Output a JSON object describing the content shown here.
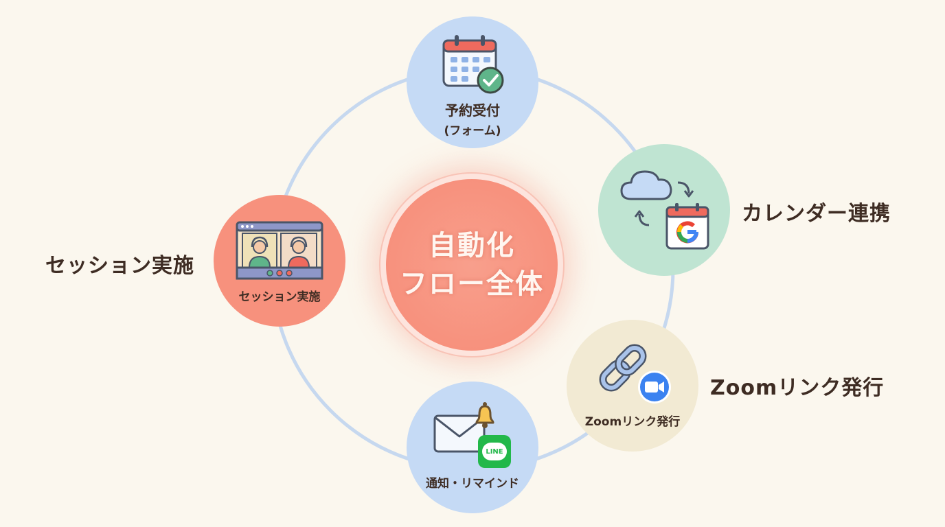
{
  "center": {
    "line1": "自動化",
    "line2": "フロー全体"
  },
  "nodes": {
    "booking": {
      "line1": "予約受付",
      "line2": "(フォーム)",
      "color": "#c5daf5"
    },
    "calendar": {
      "side_label": "カレンダー連携",
      "color": "#bfe4d2"
    },
    "zoom": {
      "label": "Zoomリンク発行",
      "side_label": "Zoomリンク発行",
      "color": "#f2ead3"
    },
    "notify": {
      "label": "通知・リマインド",
      "color": "#c5daf5",
      "line_badge": "LINE"
    },
    "session": {
      "label": "セッション実施",
      "side_label": "セッション実施",
      "color": "#f7917d"
    }
  },
  "colors": {
    "ring": "#c6d8ef",
    "text": "#3e2c23",
    "zoom_blue": "#3b82f0",
    "line_green": "#22b84a",
    "check_green": "#5fb58a",
    "calendar_red": "#ef6a5e"
  },
  "icons": [
    "calendar-check-icon",
    "cloud-sync-icon",
    "google-calendar-icon",
    "chain-link-icon",
    "zoom-camera-icon",
    "envelope-icon",
    "bell-icon",
    "line-app-icon",
    "video-call-icon"
  ]
}
